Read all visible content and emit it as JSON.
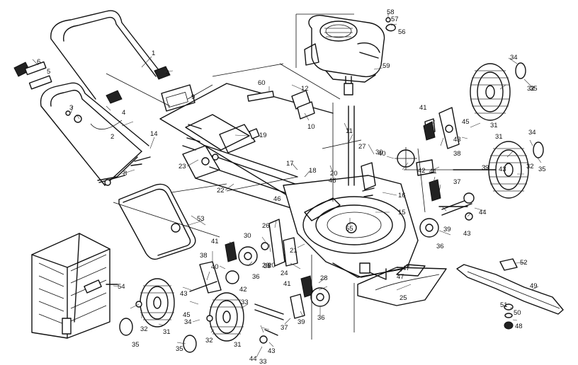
{
  "labels": [
    "1",
    "2",
    "3",
    "4",
    "5",
    "6",
    "8",
    "9",
    "10",
    "11",
    "12",
    "14",
    "15",
    "16",
    "17",
    "18",
    "19",
    "20",
    "21",
    "22",
    "23",
    "24",
    "25",
    "26",
    "27",
    "28",
    "29",
    "30",
    "31",
    "32",
    "33",
    "34",
    "35",
    "36",
    "37",
    "38",
    "39",
    "40",
    "41",
    "42",
    "43",
    "44",
    "45",
    "46",
    "47",
    "48",
    "49",
    "50",
    "51",
    "52",
    "53",
    "54",
    "55",
    "56",
    "57",
    "58",
    "59",
    "60"
  ]
}
